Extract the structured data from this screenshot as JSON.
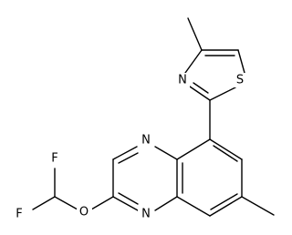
{
  "structure": {
    "atom_labels": {
      "f_top": "F",
      "f_left": "F",
      "o_ether": "O",
      "n_upper": "N",
      "n_lower": "N",
      "n_thiazole": "N",
      "s_thiazole": "S"
    }
  },
  "colors": {
    "bond": "#000000",
    "text": "#000000",
    "background": "#ffffff"
  }
}
